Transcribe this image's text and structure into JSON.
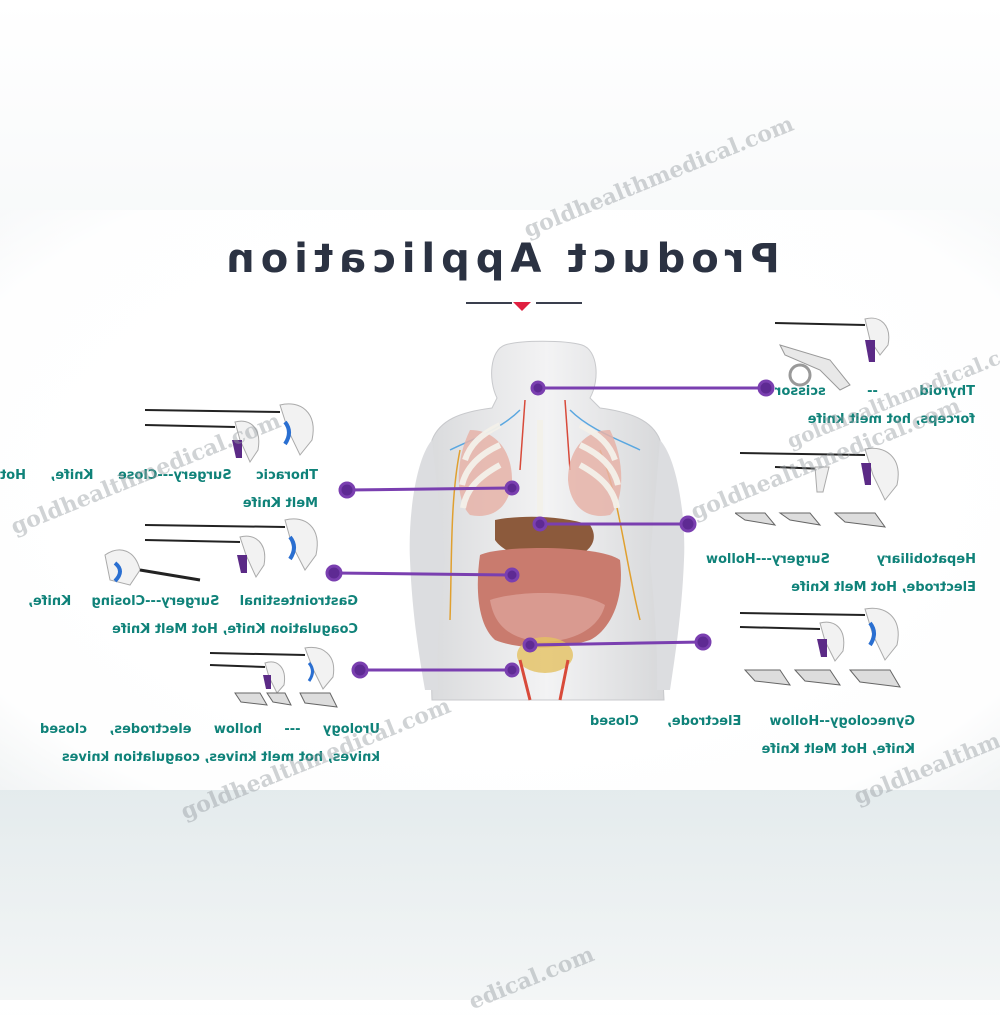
{
  "title": "Product Application",
  "watermark": "goldhealthmedical.com",
  "watermark_partial_right": "goldhealthme",
  "watermark_partial_bottom": "edical.com",
  "colors": {
    "title": "#2b3242",
    "label": "#0f8279",
    "connector": "#7a3fb0",
    "accent": "#e02040",
    "instrument_purple": "#5b2a86",
    "instrument_blue": "#2a6fd1"
  },
  "labels": {
    "thyroid_1": "Thyroid -- scissor",
    "thyroid_2": "forceps, hot melt knife",
    "thoracic_1": "Thoracic Surgery---Close Knife, Hot",
    "thoracic_2": "Melt Knife",
    "hepato_1": "Hepatobiliary Surgery---Hollow",
    "hepato_2": "Electrode, Hot Melt Knife",
    "gastro_1": "Gastrointestinal Surgery---Closing Knife,",
    "gastro_2": "Coagulation Knife, Hot Melt Knife",
    "gyn_1": "Gynecology--Hollow Electrode, Closed",
    "gyn_2": "Knife, Hot Melt Knife",
    "uro_1": "Urology --- hollow electrodes, closed",
    "uro_2": "knives, hot melt knives, coagulation knives"
  }
}
